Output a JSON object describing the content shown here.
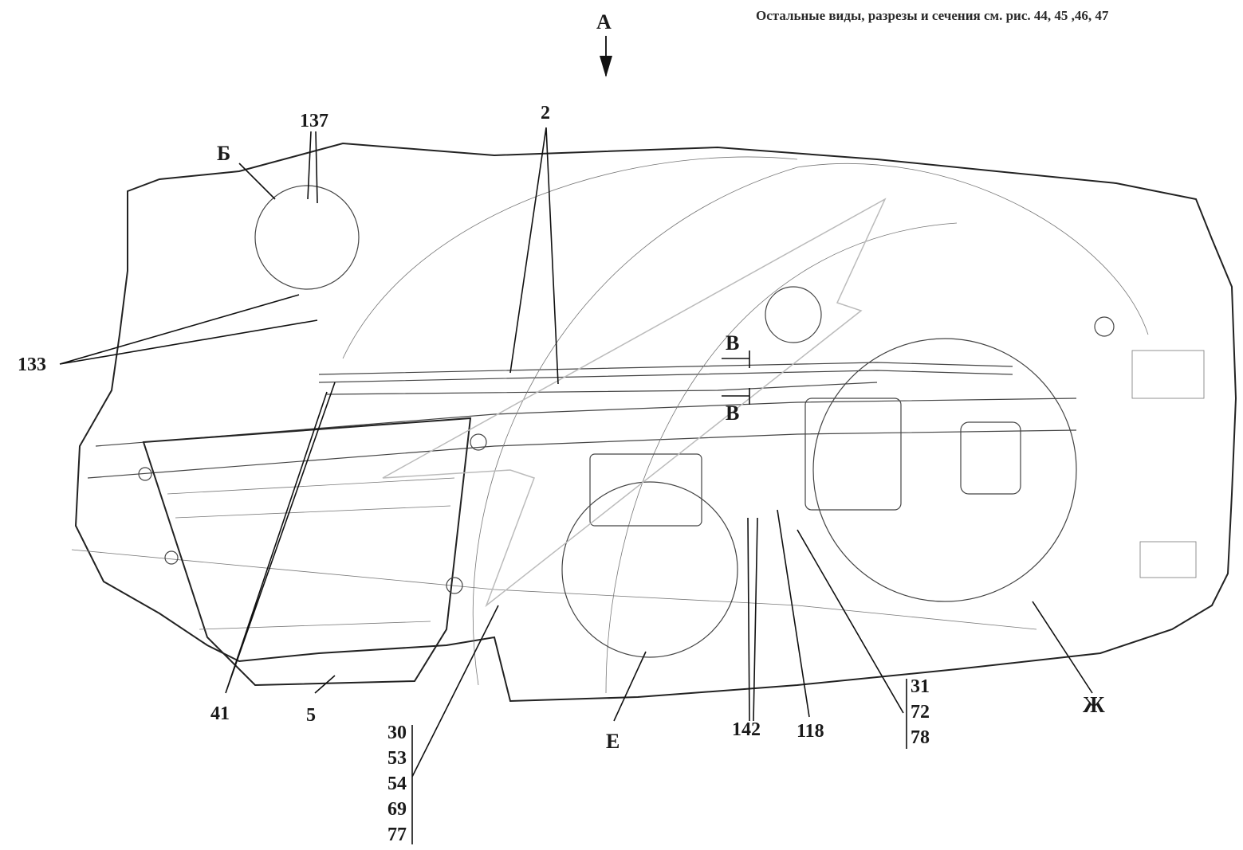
{
  "header": {
    "note": "Остальные виды, разрезы и сечения см. рис. 44, 45 ,46, 47",
    "view_label": "А"
  },
  "callouts": {
    "c137": "137",
    "cB": "Б",
    "c2": "2",
    "c133": "133",
    "cV_top": "В",
    "cV_bottom": "В",
    "c41": "41",
    "c5": "5",
    "cE": "Е",
    "c142": "142",
    "c118": "118",
    "cZh": "Ж"
  },
  "stack_left": [
    "30",
    "53",
    "54",
    "69",
    "77"
  ],
  "stack_right": [
    "31",
    "72",
    "78"
  ]
}
